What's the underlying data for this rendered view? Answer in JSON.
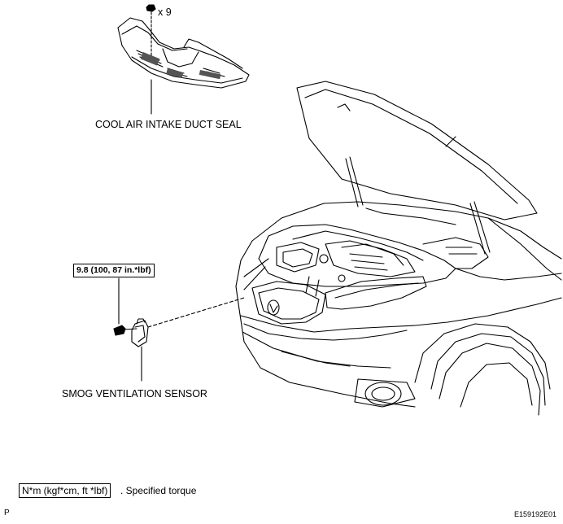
{
  "labels": {
    "bolt_count": "x 9",
    "duct_seal": "COOL AIR INTAKE DUCT SEAL",
    "torque_spec": "9.8 (100, 87 in.*lbf)",
    "sensor": "SMOG VENTILATION SENSOR"
  },
  "legend": {
    "units": "N*m (kgf*cm, ft *lbf)",
    "description": ". Specified torque"
  },
  "footer": {
    "left_mark": "P",
    "figure_code": "E159192E01"
  }
}
